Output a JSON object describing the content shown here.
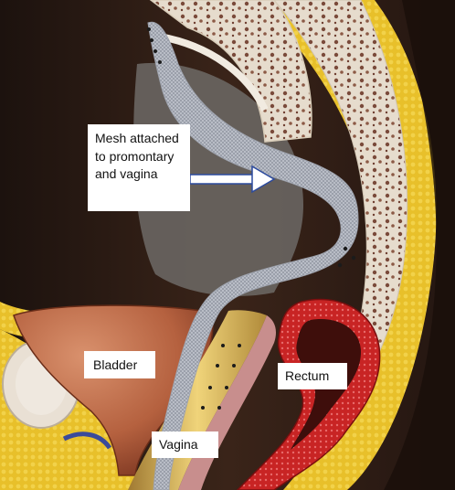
{
  "labels": {
    "mesh": "Mesh attached to promontary and vagina",
    "bladder": "Bladder",
    "rectum": "Rectum",
    "vagina": "Vagina"
  },
  "colors": {
    "background": "#2a1c16",
    "fat": "#e8c02a",
    "bone": "#e9e0d4",
    "bladder": "#c26f4f",
    "rectum": "#c82424",
    "mesh": "#c9ccd3",
    "label_bg": "#ffffff"
  }
}
